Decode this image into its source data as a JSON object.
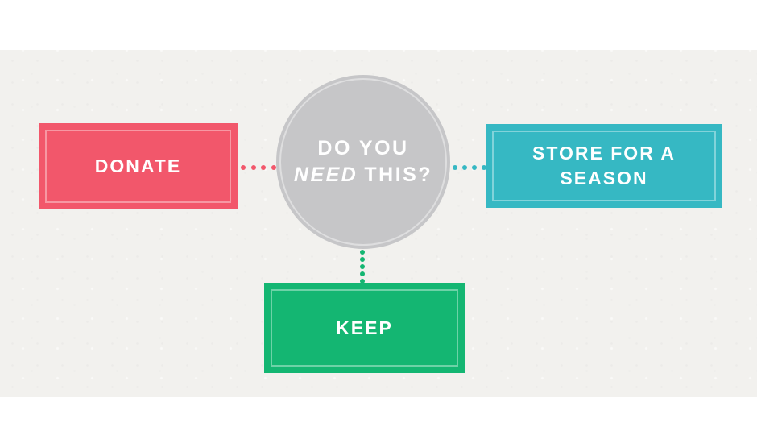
{
  "diagram": {
    "center": {
      "line1": "DO YOU",
      "line2_emphasis": "NEED",
      "line2_rest": "THIS?"
    },
    "nodes": {
      "donate": {
        "label": "DONATE",
        "color": "#F2576B"
      },
      "store": {
        "label": "STORE FOR A SEASON",
        "color": "#36B8C3"
      },
      "keep": {
        "label": "KEEP",
        "color": "#14B672"
      }
    },
    "connectors": {
      "left": {
        "from": "circle",
        "to": "donate",
        "color": "#F2576B",
        "dots": 4
      },
      "right": {
        "from": "circle",
        "to": "store",
        "color": "#36B8C3",
        "dots": 4
      },
      "bottom": {
        "from": "circle",
        "to": "keep",
        "color": "#14B672",
        "dots": 5
      }
    },
    "colors": {
      "circle_fill": "#C6C6C8",
      "paper_background": "#F2F1EE",
      "text": "#FFFFFF"
    }
  }
}
